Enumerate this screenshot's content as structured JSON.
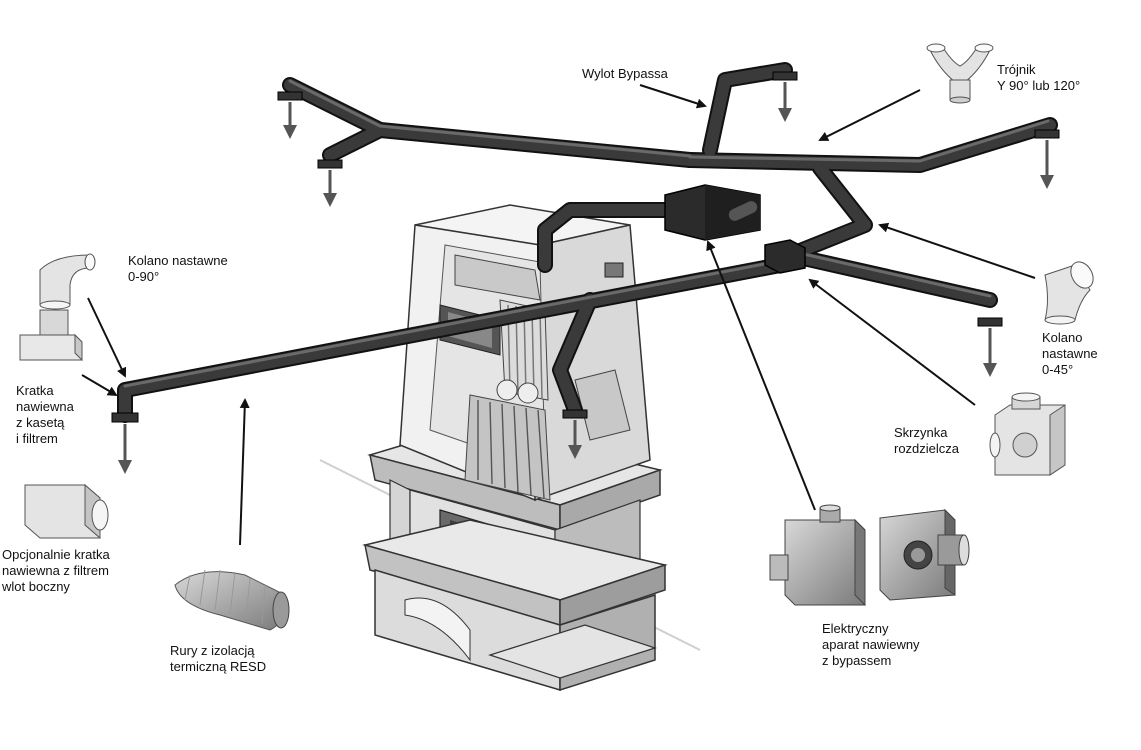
{
  "labels": {
    "wylot_bypassa": "Wylot Bypassa",
    "trojnik": "Trójnik\nY 90° lub 120°",
    "kolano_0_90": "Kolano nastawne\n0-90°",
    "kolano_0_45": "Kolano\nnastawne\n0-45°",
    "kratka_nawiewna": "Kratka\nnawiewna\nz kasetą\ni filtrem",
    "opcjonalnie": "Opcjonalnie kratka\nnawiewna z filtrem\nwlot boczny",
    "rury": "Rury z izolacją\ntermiczną RESD",
    "skrzynka": "Skrzynka\nrozdzielcza",
    "aparat": "Elektryczny\naparat nawiewny\nz bypassem"
  },
  "colors": {
    "duct": "#2e2e2e",
    "duct_edge": "#111111",
    "arrow": "#111111",
    "outflow_arrow": "#555555",
    "stove_light": "#f1f1f1",
    "stove_mid": "#cfcfcf",
    "stove_dark": "#8a8a8a",
    "fitting": "#dcdcdc"
  },
  "icons": [
    "y-fitting-icon",
    "elbow-90-icon",
    "elbow-45-icon",
    "supply-grille-cassette-icon",
    "side-inlet-grille-icon",
    "insulated-pipe-icon",
    "distribution-box-icon",
    "electric-fan-unit-icon"
  ]
}
